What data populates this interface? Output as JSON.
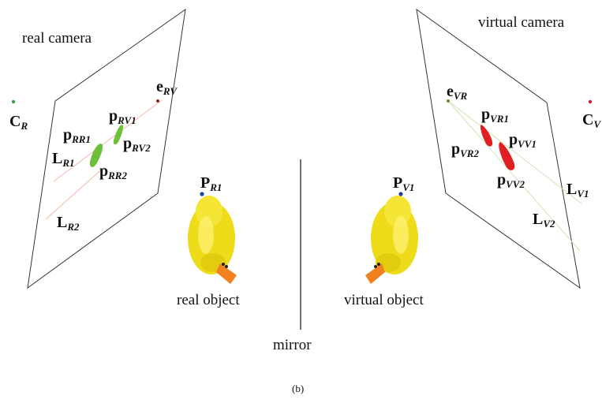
{
  "labels": {
    "real_camera": "real camera",
    "virtual_camera": "virtual camera",
    "real_object": "real object",
    "virtual_object": "virtual object",
    "mirror": "mirror",
    "caption": "(b)"
  },
  "symbols": {
    "C_R": {
      "main": "C",
      "sub": "R"
    },
    "C_V": {
      "main": "C",
      "sub": "V"
    },
    "e_RV": {
      "main": "e",
      "sub": "RV"
    },
    "e_VR": {
      "main": "e",
      "sub": "VR"
    },
    "p_RR1": {
      "main": "p",
      "sub": "RR1"
    },
    "p_RR2": {
      "main": "p",
      "sub": "RR2"
    },
    "p_RV1": {
      "main": "p",
      "sub": "RV1"
    },
    "p_RV2": {
      "main": "p",
      "sub": "RV2"
    },
    "p_VR1": {
      "main": "p",
      "sub": "VR1"
    },
    "p_VR2": {
      "main": "p",
      "sub": "VR2"
    },
    "p_VV1": {
      "main": "p",
      "sub": "VV1"
    },
    "p_VV2": {
      "main": "p",
      "sub": "VV2"
    },
    "L_R1": {
      "main": "L",
      "sub": "R1"
    },
    "L_R2": {
      "main": "L",
      "sub": "R2"
    },
    "L_V1": {
      "main": "L",
      "sub": "V1"
    },
    "L_V2": {
      "main": "L",
      "sub": "V2"
    },
    "P_R1": {
      "main": "P",
      "sub": "R1"
    },
    "P_V1": {
      "main": "P",
      "sub": "V1"
    }
  },
  "colors": {
    "plane": "#333333",
    "real_line": "#f2b8a8",
    "virtual_line": "#cfe6b8",
    "real_blob": "#6cc03a",
    "virtual_blob": "#e02020",
    "center_point_real": "#3aa040",
    "center_point_virtual": "#d02020",
    "object_point": "#2040a0",
    "duck_body": "#f0e020",
    "duck_beak": "#f08020"
  }
}
